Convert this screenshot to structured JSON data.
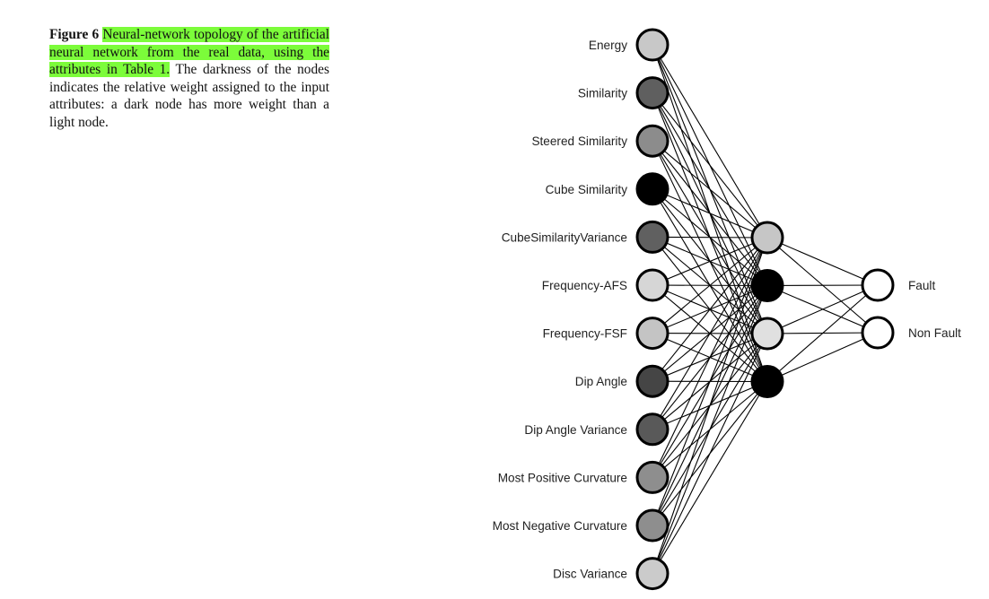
{
  "caption": {
    "figure_label": "Figure 6",
    "highlighted_text": "Neural-network topology of the artificial neural network from the real data, using the attributes in Table 1.",
    "body_text": "The darkness of the nodes indicates the relative weight assigned to the input attributes: a dark node has more weight than a light node."
  },
  "network": {
    "inputs": [
      {
        "label": "Energy",
        "fill": "#c8c8c8"
      },
      {
        "label": "Similarity",
        "fill": "#5f5f5f"
      },
      {
        "label": "Steered Similarity",
        "fill": "#8c8c8c"
      },
      {
        "label": "Cube Similarity",
        "fill": "#000000"
      },
      {
        "label": "CubeSimilarityVariance",
        "fill": "#606060"
      },
      {
        "label": "Frequency-AFS",
        "fill": "#d6d6d6"
      },
      {
        "label": "Frequency-FSF",
        "fill": "#c4c4c4"
      },
      {
        "label": "Dip Angle",
        "fill": "#454545"
      },
      {
        "label": "Dip Angle Variance",
        "fill": "#595959"
      },
      {
        "label": "Most Positive Curvature",
        "fill": "#8e8e8e"
      },
      {
        "label": "Most Negative Curvature",
        "fill": "#8e8e8e"
      },
      {
        "label": "Disc Variance",
        "fill": "#cbcbcb"
      }
    ],
    "hidden": [
      {
        "fill": "#c6c6c6"
      },
      {
        "fill": "#000000"
      },
      {
        "fill": "#e0e0e0"
      },
      {
        "fill": "#000000"
      }
    ],
    "outputs": [
      {
        "label": "Fault",
        "fill": "#ffffff"
      },
      {
        "label": "Non Fault",
        "fill": "#ffffff"
      }
    ]
  }
}
